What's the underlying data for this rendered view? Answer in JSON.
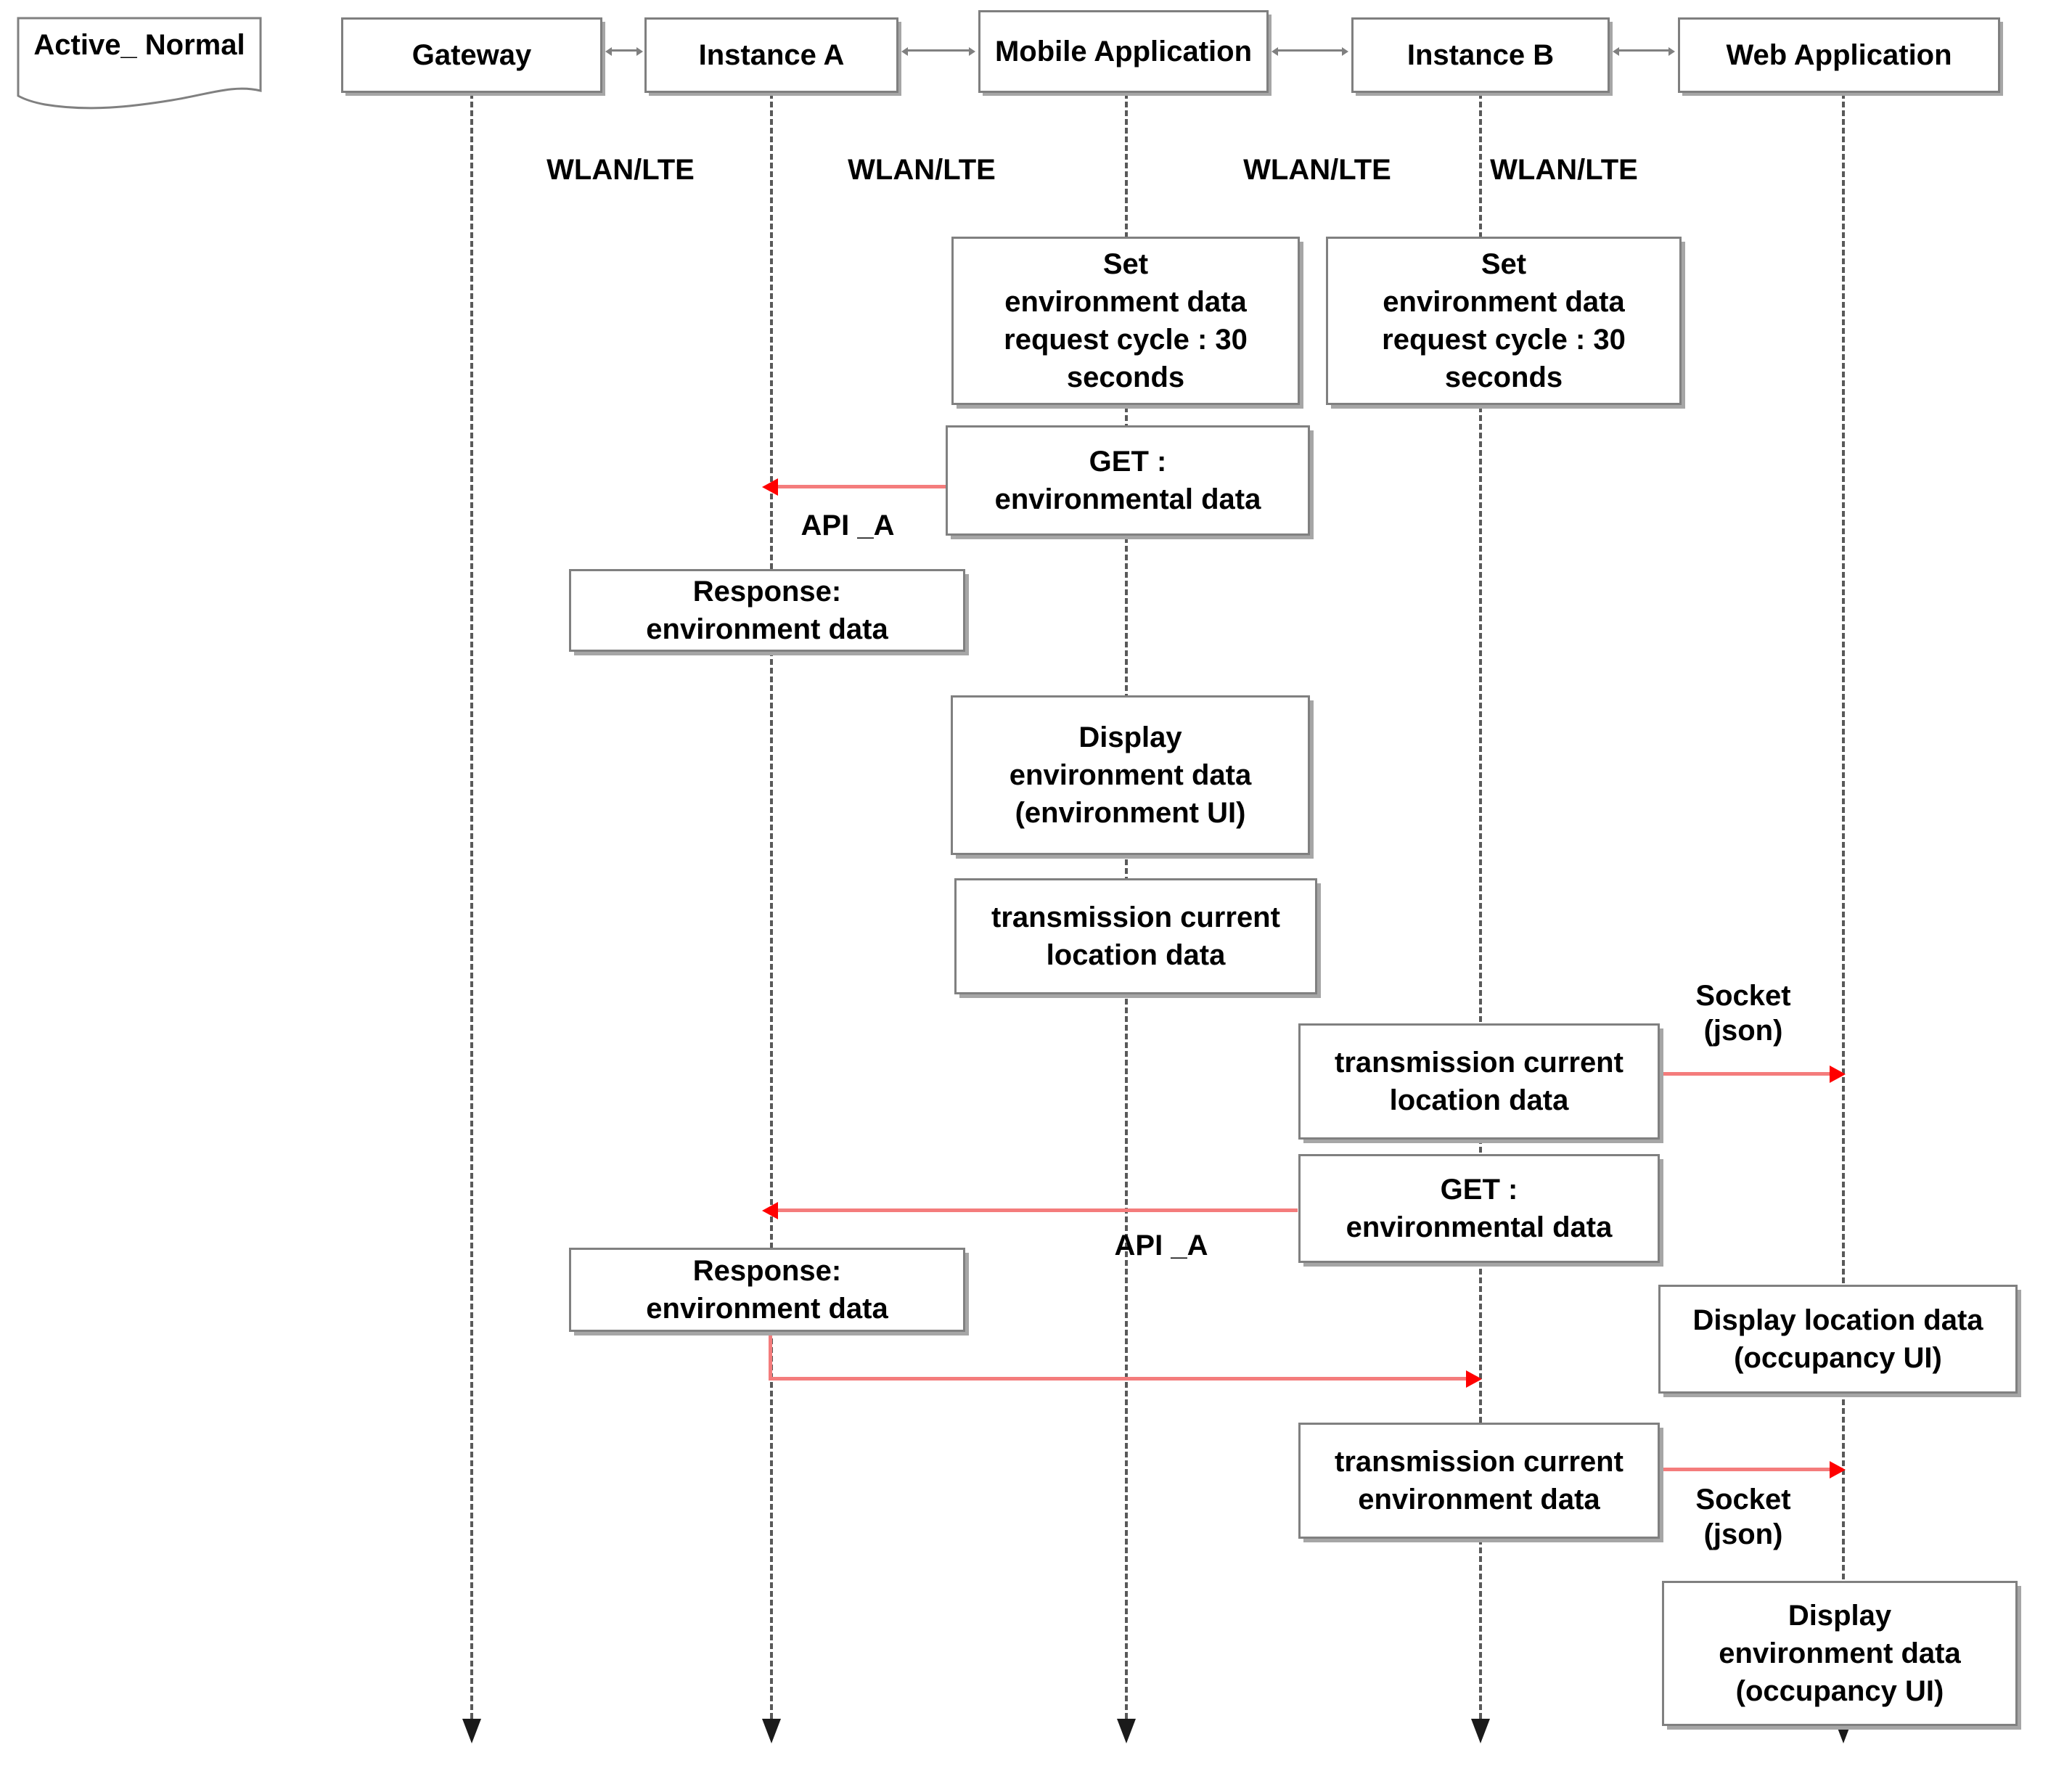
{
  "diagram": {
    "type": "uml-sequence-diagram",
    "title_note": "Active_\nNormal",
    "channel_label": "WLAN/LTE",
    "accent_color": "#f47c7c",
    "arrowhead_color": "#ff0000",
    "lifeline_color": "#595959",
    "box_border_color": "#808080"
  },
  "actors": [
    {
      "id": "gateway",
      "label": "Gateway"
    },
    {
      "id": "instance-a",
      "label": "Instance A"
    },
    {
      "id": "mobile-application",
      "label": "Mobile\nApplication"
    },
    {
      "id": "instance-b",
      "label": "Instance B"
    },
    {
      "id": "web-application",
      "label": "Web Application"
    }
  ],
  "channels": [
    {
      "id": "ch-1",
      "label": "WLAN/LTE"
    },
    {
      "id": "ch-2",
      "label": "WLAN/LTE"
    },
    {
      "id": "ch-3",
      "label": "WLAN/LTE"
    },
    {
      "id": "ch-4",
      "label": "WLAN/LTE"
    }
  ],
  "messages": [
    {
      "id": "m1",
      "label": "Set\nenvironment data\nrequest cycle : 30\nseconds",
      "on": "mobile-application"
    },
    {
      "id": "m2",
      "label": "Set\nenvironment data\nrequest cycle : 30\nseconds",
      "on": "instance-b"
    },
    {
      "id": "m3",
      "label": "GET :\nenvironmental data",
      "on": "mobile-application"
    },
    {
      "id": "m4",
      "label": "Response:\nenvironment data",
      "on": "instance-a"
    },
    {
      "id": "m5",
      "label": "Display\nenvironment data\n(environment UI)",
      "on": "mobile-application"
    },
    {
      "id": "m6",
      "label": "transmission current\nlocation data",
      "on": "mobile-application"
    },
    {
      "id": "m7",
      "label": "transmission current\nlocation data",
      "on": "instance-b"
    },
    {
      "id": "m8",
      "label": "GET :\nenvironmental data",
      "on": "instance-b"
    },
    {
      "id": "m9",
      "label": "Response:\nenvironment data",
      "on": "instance-a"
    },
    {
      "id": "m10",
      "label": "Display location data\n(occupancy UI)",
      "on": "web-application"
    },
    {
      "id": "m11",
      "label": "transmission current\nenvironment data",
      "on": "instance-b"
    },
    {
      "id": "m12",
      "label": "Display\nenvironment data\n(occupancy UI)",
      "on": "web-application"
    }
  ],
  "arrow_labels": [
    {
      "id": "api-a-1",
      "label": "API _A"
    },
    {
      "id": "socket-1",
      "label": "Socket\n(json)"
    },
    {
      "id": "api-a-2",
      "label": "API _A"
    },
    {
      "id": "socket-2",
      "label": "Socket\n(json)"
    }
  ]
}
